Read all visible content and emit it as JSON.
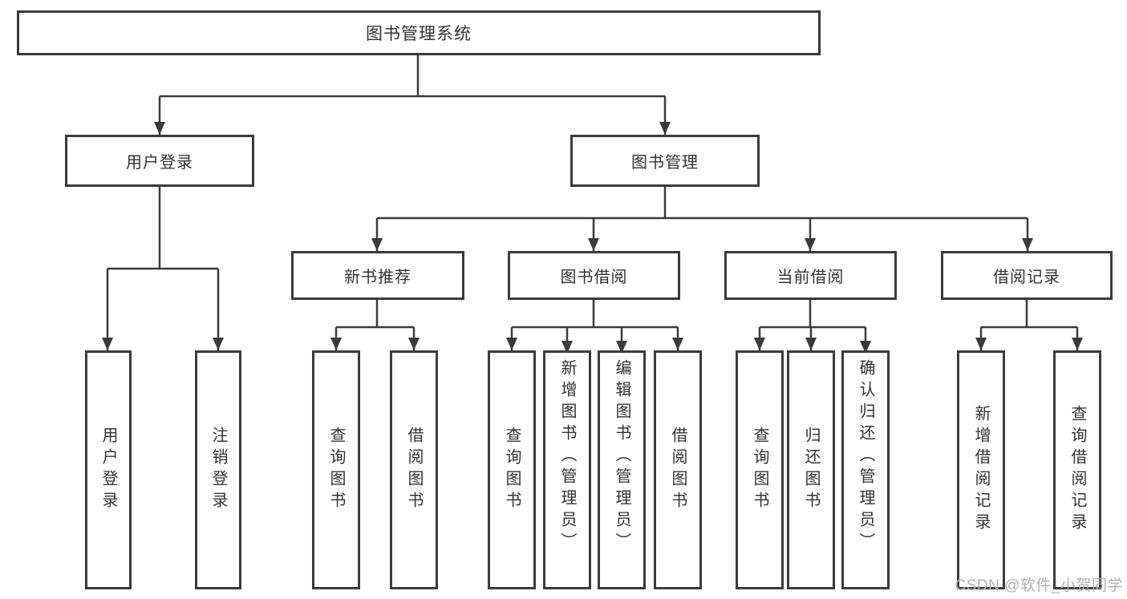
{
  "diagram": {
    "title": "图书管理系统",
    "branches": [
      {
        "label": "用户登录",
        "leaves": [
          "用户登录",
          "注销登录"
        ]
      },
      {
        "label": "图书管理",
        "sections": [
          {
            "label": "新书推荐",
            "leaves": [
              "查询图书",
              "借阅图书"
            ]
          },
          {
            "label": "图书借阅",
            "leaves": [
              "查询图书",
              "新增图书（管理员）",
              "编辑图书（管理员）",
              "借阅图书"
            ]
          },
          {
            "label": "当前借阅",
            "leaves": [
              "查询图书",
              "归还图书",
              "确认归还（管理员）"
            ]
          },
          {
            "label": "借阅记录",
            "leaves": [
              "新增借阅记录",
              "查询借阅记录"
            ]
          }
        ]
      }
    ]
  },
  "watermark": "CSDN @软件_小贺同学",
  "colors": {
    "line": "#3b3b3b",
    "text": "#333333",
    "watermark": "#b3b3b3",
    "background": "#ffffff"
  }
}
